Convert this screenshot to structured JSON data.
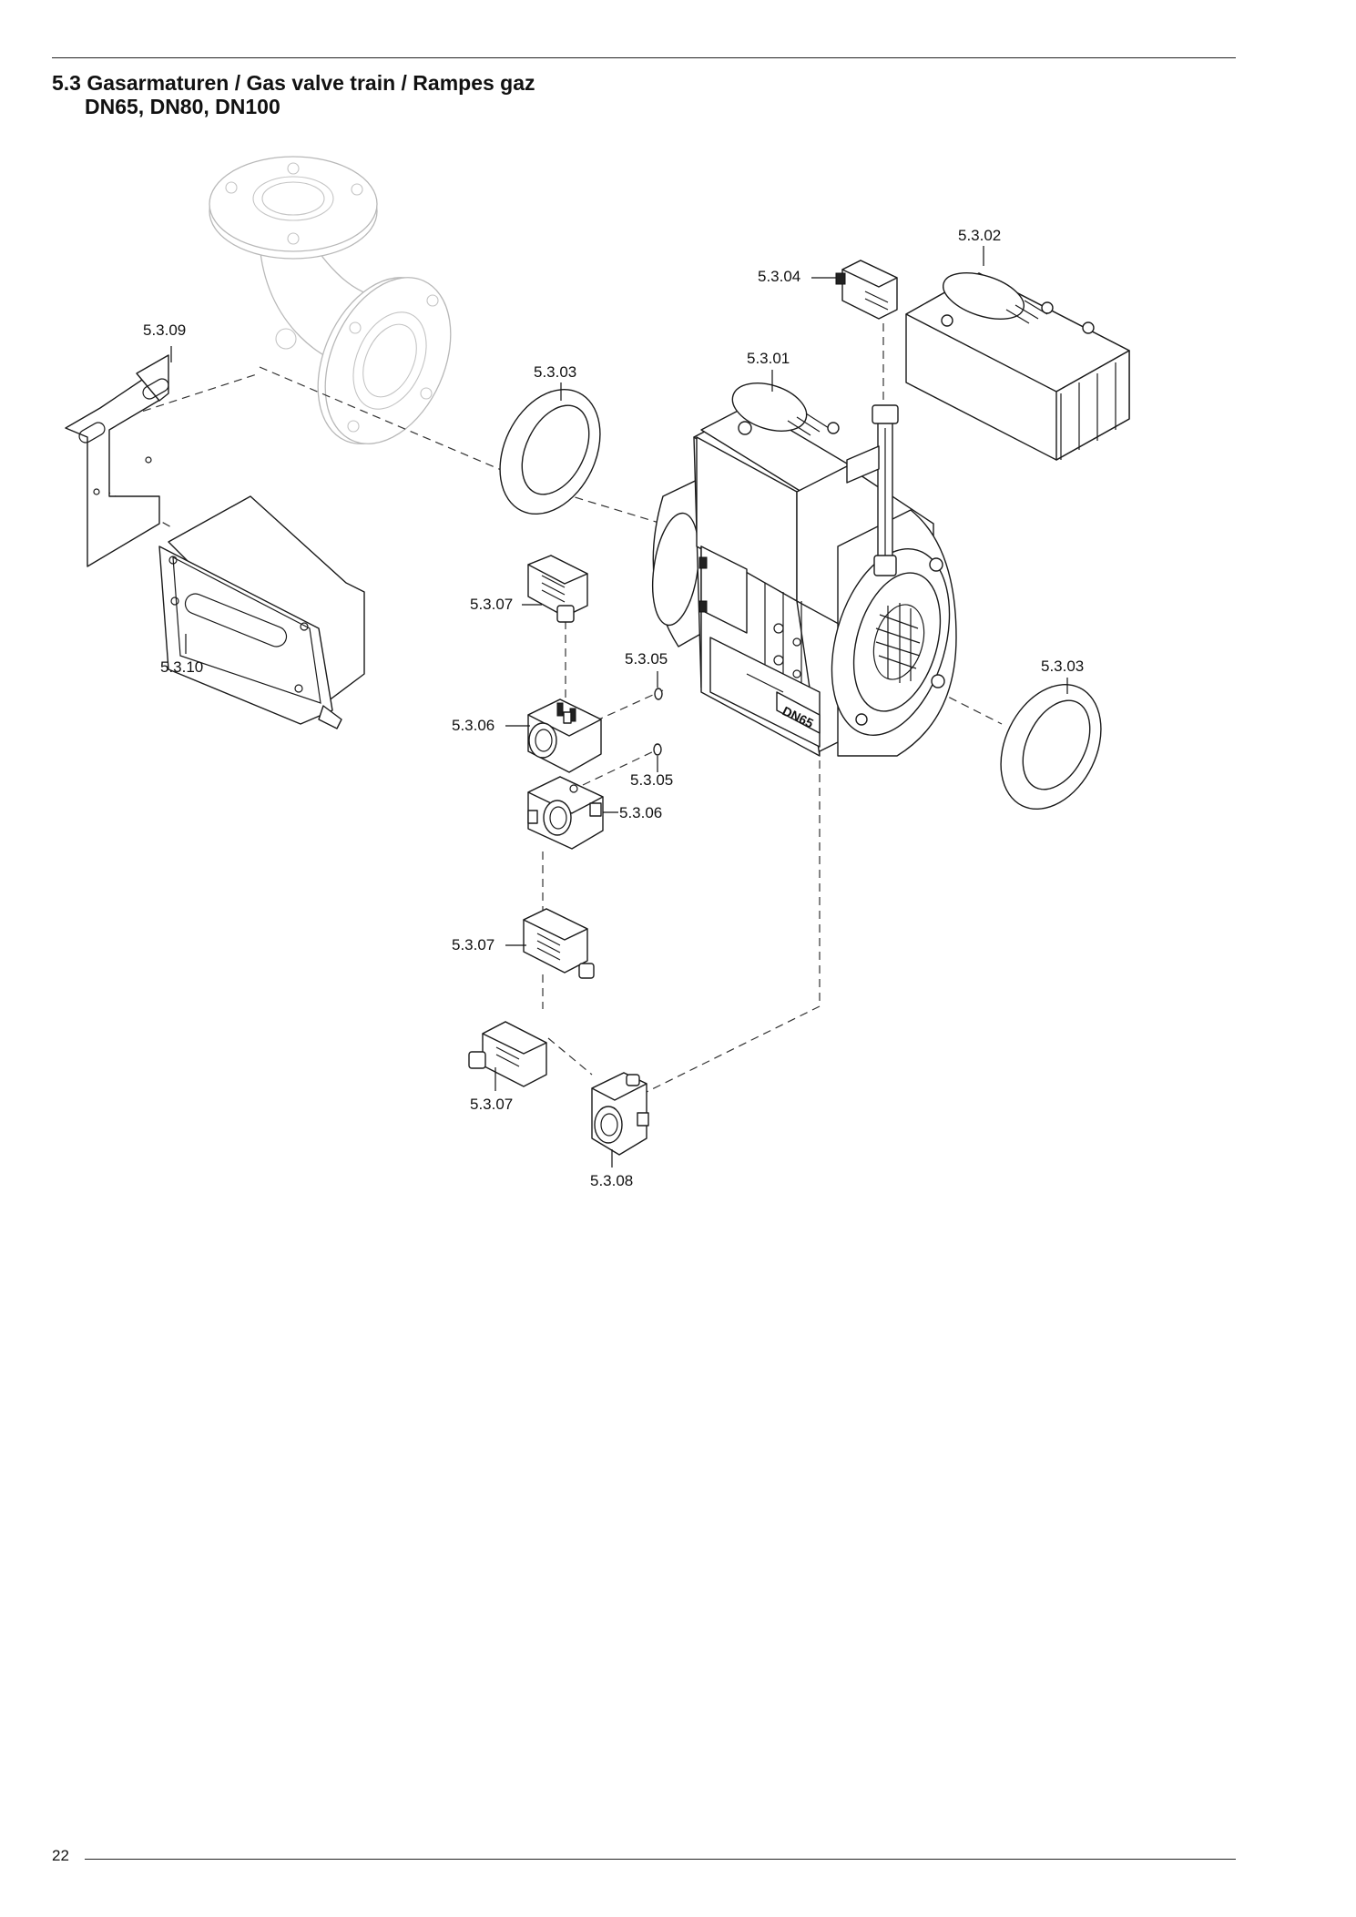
{
  "header": {
    "title_line1": "5.3 Gasarmaturen / Gas valve train / Rampes gaz",
    "title_line2": "DN65, DN80, DN100"
  },
  "diagram": {
    "valve_marking": "DN65",
    "callouts": {
      "p01": "5.3.01",
      "p02": "5.3.02",
      "p03a": "5.3.03",
      "p03b": "5.3.03",
      "p04": "5.3.04",
      "p05a": "5.3.05",
      "p05b": "5.3.05",
      "p06a": "5.3.06",
      "p06b": "5.3.06",
      "p07a": "5.3.07",
      "p07b": "5.3.07",
      "p07c": "5.3.07",
      "p08": "5.3.08",
      "p09": "5.3.09",
      "p10": "5.3.10"
    }
  },
  "footer": {
    "page_number": "22"
  }
}
